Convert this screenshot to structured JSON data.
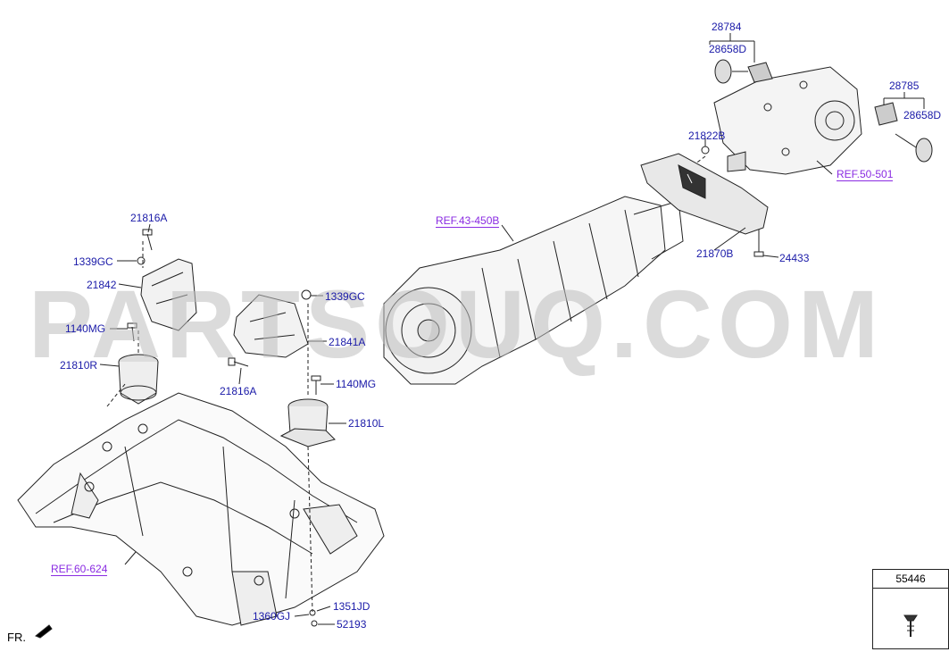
{
  "watermark": "PARTSOUQ.COM",
  "direction_label": "FR.",
  "legend": {
    "part": "55446"
  },
  "part_labels": {
    "p28784": "28784",
    "p28658D_top": "28658D",
    "p28785": "28785",
    "p28658D_right": "28658D",
    "p21822B": "21822B",
    "p21870B": "21870B",
    "p24433": "24433",
    "p21816A_top": "21816A",
    "p1339GC_left": "1339GC",
    "p21842": "21842",
    "p1339GC_mid": "1339GC",
    "p21841A": "21841A",
    "p1140MG_left": "1140MG",
    "p21810R": "21810R",
    "p21816A_mid": "21816A",
    "p1140MG_mid": "1140MG",
    "p21810L": "21810L",
    "p1351JD": "1351JD",
    "p1360GJ": "1360GJ",
    "p52193": "52193"
  },
  "references": {
    "ref_50_501": "REF.50-501",
    "ref_43_450B": "REF.43-450B",
    "ref_60_624": "REF.60-624"
  },
  "colors": {
    "part_label": "#1a1aa8",
    "reference_label": "#8a2be2",
    "line": "#222222"
  }
}
